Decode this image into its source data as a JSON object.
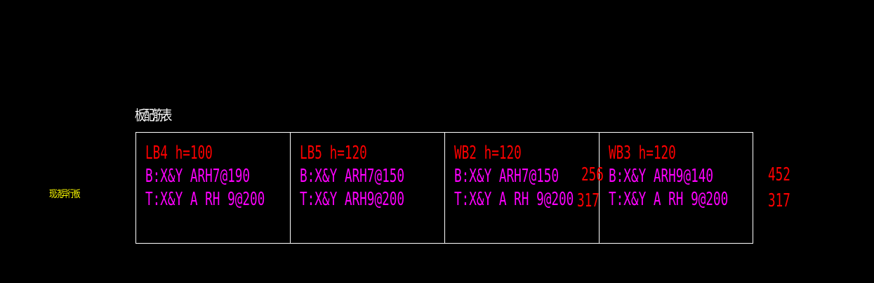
{
  "title": "板配筋表",
  "side_label": "现浇异行板",
  "slabs": [
    {
      "header": "LB4 h=100",
      "bottom": "B:X&Y ARH7@190",
      "top": "T:X&Y A RH 9@200"
    },
    {
      "header": "LB5 h=120",
      "bottom": "B:X&Y ARH7@150",
      "top": "T:X&Y ARH9@200"
    },
    {
      "header": "WB2 h=120",
      "bottom": "B:X&Y ARH7@150",
      "top": "T:X&Y A RH 9@200"
    },
    {
      "header": "WB3 h=120",
      "bottom": "B:X&Y ARH9@140",
      "top": "T:X&Y A RH 9@200"
    }
  ],
  "annotations": {
    "wb2_bottom": "256",
    "wb2_top": "317",
    "wb3_bottom": "452",
    "wb3_top": "317"
  },
  "colors": {
    "background": "#000000",
    "header": "#ff0000",
    "rebar": "#ff00ff",
    "border": "#ffffff",
    "side_label": "#ffff00"
  }
}
